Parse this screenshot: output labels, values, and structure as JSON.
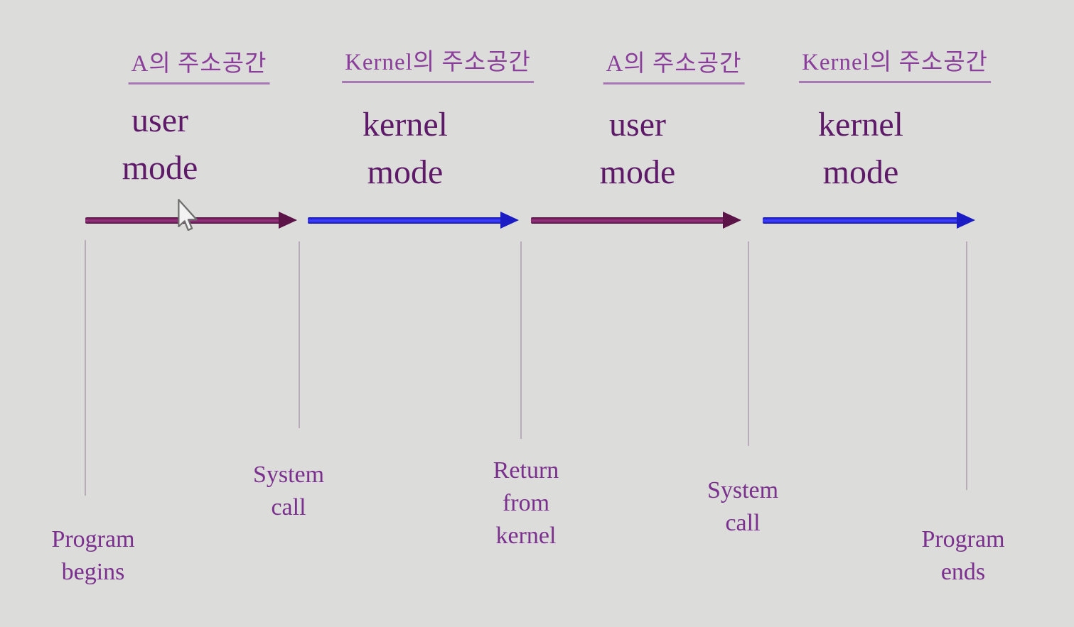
{
  "diagram": {
    "title_implicit": "user mode / kernel mode timeline",
    "background_color": "#dcdcda",
    "colors": {
      "header_text": "#8a3d9a",
      "mode_text": "#5e1a69",
      "event_text": "#7b2f8e",
      "user_mode_arrow": "#6b1a55",
      "kernel_mode_arrow": "#2222cc",
      "tick_line": "#b9abb9"
    },
    "columns": [
      {
        "header": "A의 주소공간",
        "mode_line1": "user",
        "mode_line2": "mode",
        "arrow_kind": "user-mode-arrow"
      },
      {
        "header": "Kernel의 주소공간",
        "mode_line1": "kernel",
        "mode_line2": "mode",
        "arrow_kind": "kernel-mode-arrow"
      },
      {
        "header": "A의 주소공간",
        "mode_line1": "user",
        "mode_line2": "mode",
        "arrow_kind": "user-mode-arrow"
      },
      {
        "header": "Kernel의 주소공간",
        "mode_line1": "kernel",
        "mode_line2": "mode",
        "arrow_kind": "kernel-mode-arrow"
      }
    ],
    "events": [
      {
        "line1": "Program",
        "line2": "begins"
      },
      {
        "line1": "System",
        "line2": "call"
      },
      {
        "line1": "Return",
        "line2": "from",
        "line3": "kernel"
      },
      {
        "line1": "System",
        "line2": "call"
      },
      {
        "line1": "Program",
        "line2": "ends"
      }
    ],
    "cursor_icon": "arrow-pointer"
  }
}
